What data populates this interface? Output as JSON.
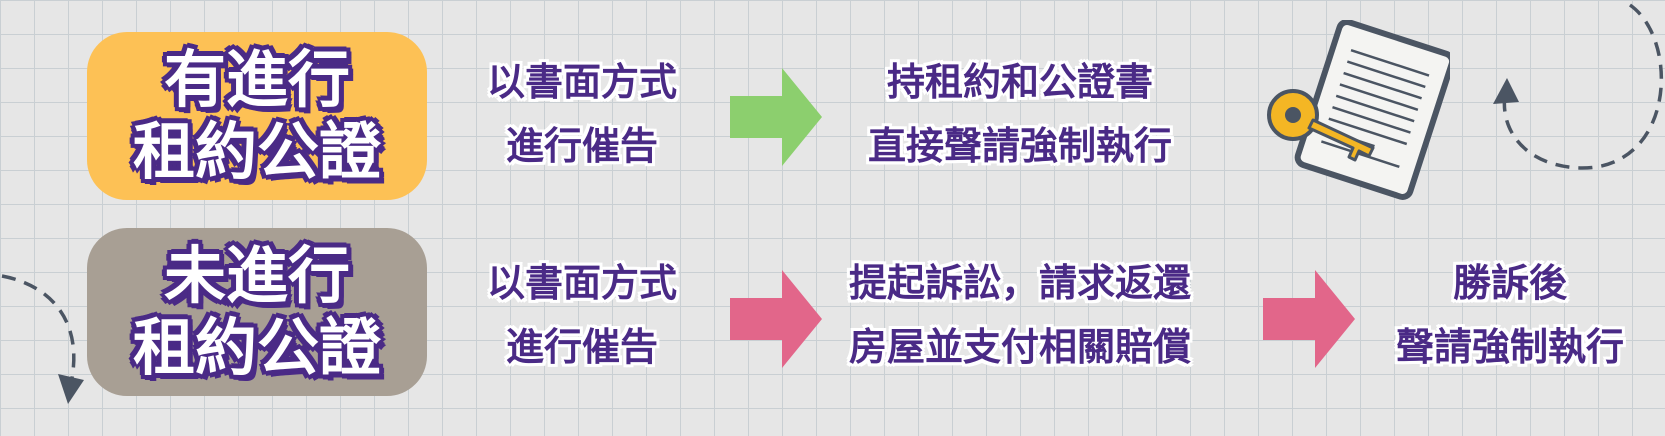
{
  "rows": [
    {
      "badge": {
        "line1": "有進行",
        "line2": "租約公證"
      },
      "step1": {
        "line1": "以書面方式",
        "line2": "進行催告"
      },
      "step2": {
        "line1": "持租約和公證書",
        "line2": "直接聲請強制執行"
      }
    },
    {
      "badge": {
        "line1": "未進行",
        "line2": "租約公證"
      },
      "step1": {
        "line1": "以書面方式",
        "line2": "進行催告"
      },
      "step2": {
        "line1": "提起訴訟，請求返還",
        "line2": "房屋並支付相關賠償"
      },
      "step3": {
        "line1": "勝訴後",
        "line2": "聲請強制執行"
      }
    }
  ],
  "colors": {
    "badge_yes": "#fdc155",
    "badge_no": "#a89f94",
    "text_purple": "#4a2a86",
    "arrow_green": "#8ccf6e",
    "arrow_pink": "#e2668a",
    "key_yellow": "#f4b624"
  },
  "icons": [
    "document-key-icon",
    "dashed-curved-arrow-icon"
  ]
}
